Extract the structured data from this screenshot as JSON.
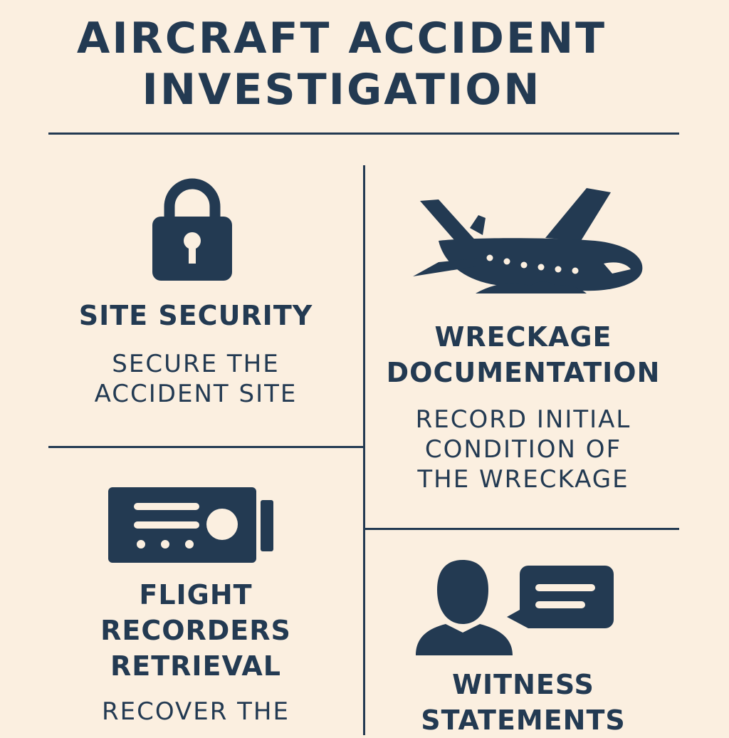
{
  "title": {
    "line1": "AIRCRAFT ACCIDENT",
    "line2": "INVESTIGATION"
  },
  "colors": {
    "background": "#fbefe0",
    "ink": "#233a52"
  },
  "sections": {
    "site_security": {
      "icon": "padlock-icon",
      "heading": "SITE SECURITY",
      "desc": [
        "SECURE THE",
        "ACCIDENT SITE"
      ]
    },
    "wreckage": {
      "icon": "crashed-airplane-icon",
      "heading": [
        "WRECKAGE",
        "DOCUMENTATION"
      ],
      "desc": [
        "RECORD INITIAL",
        "CONDITION OF",
        "THE WRECKAGE"
      ]
    },
    "recorders": {
      "icon": "flight-recorder-icon",
      "heading": [
        "FLIGHT",
        "RECORDERS",
        "RETRIEVAL"
      ],
      "desc": [
        "RECOVER THE"
      ]
    },
    "witness": {
      "icon": "person-speech-bubble-icon",
      "heading": [
        "WITNESS",
        "STATEMENTS"
      ]
    }
  }
}
